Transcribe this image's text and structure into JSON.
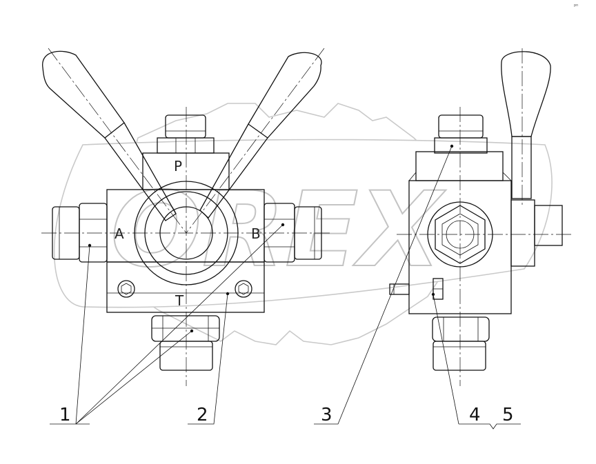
{
  "watermark": {
    "brand": "OREX",
    "color": "#c9c9c9"
  },
  "corner_mark": "pn",
  "ports": {
    "p": "P",
    "a": "A",
    "b": "B",
    "t": "T"
  },
  "callouts": [
    {
      "id": "c1",
      "label": "1"
    },
    {
      "id": "c2",
      "label": "2"
    },
    {
      "id": "c3",
      "label": "3"
    },
    {
      "id": "c4",
      "label": "4"
    },
    {
      "id": "c5",
      "label": "5"
    }
  ],
  "colors": {
    "line": "#111111",
    "background": "#ffffff"
  }
}
